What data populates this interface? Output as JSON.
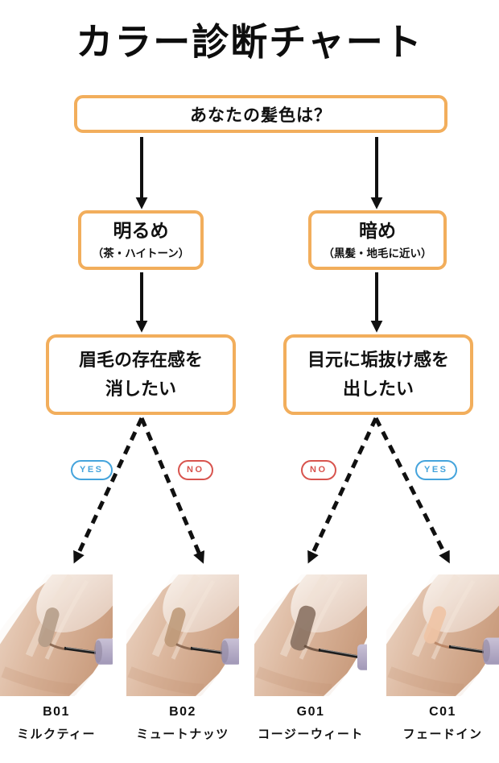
{
  "title": "カラー診断チャート",
  "colors": {
    "accent_orange": "#f2ae5c",
    "yes_blue": "#45a4dc",
    "no_red": "#d8544e",
    "text_black": "#111111"
  },
  "flow": {
    "question": "あなたの髪色は？",
    "branch_left": {
      "label": "明るめ",
      "sub": "（茶・ハイトーン）"
    },
    "branch_right": {
      "label": "暗め",
      "sub": "（黒髪・地毛に近い）"
    },
    "condition_left": {
      "line1": "眉毛の存在感を",
      "line2": "消したい"
    },
    "condition_right": {
      "line1": "目元に垢抜け感を",
      "line2": "出したい"
    },
    "answers": {
      "yes": "YES",
      "no": "NO"
    }
  },
  "results": [
    {
      "code": "B01",
      "name": "ミルクティー",
      "swatch_color": "#b49c88"
    },
    {
      "code": "B02",
      "name": "ミュートナッツ",
      "swatch_color": "#bd9877"
    },
    {
      "code": "G01",
      "name": "コージーウィート",
      "swatch_color": "#8a7263"
    },
    {
      "code": "C01",
      "name": "フェードイン",
      "swatch_color": "#eec3a4"
    }
  ]
}
